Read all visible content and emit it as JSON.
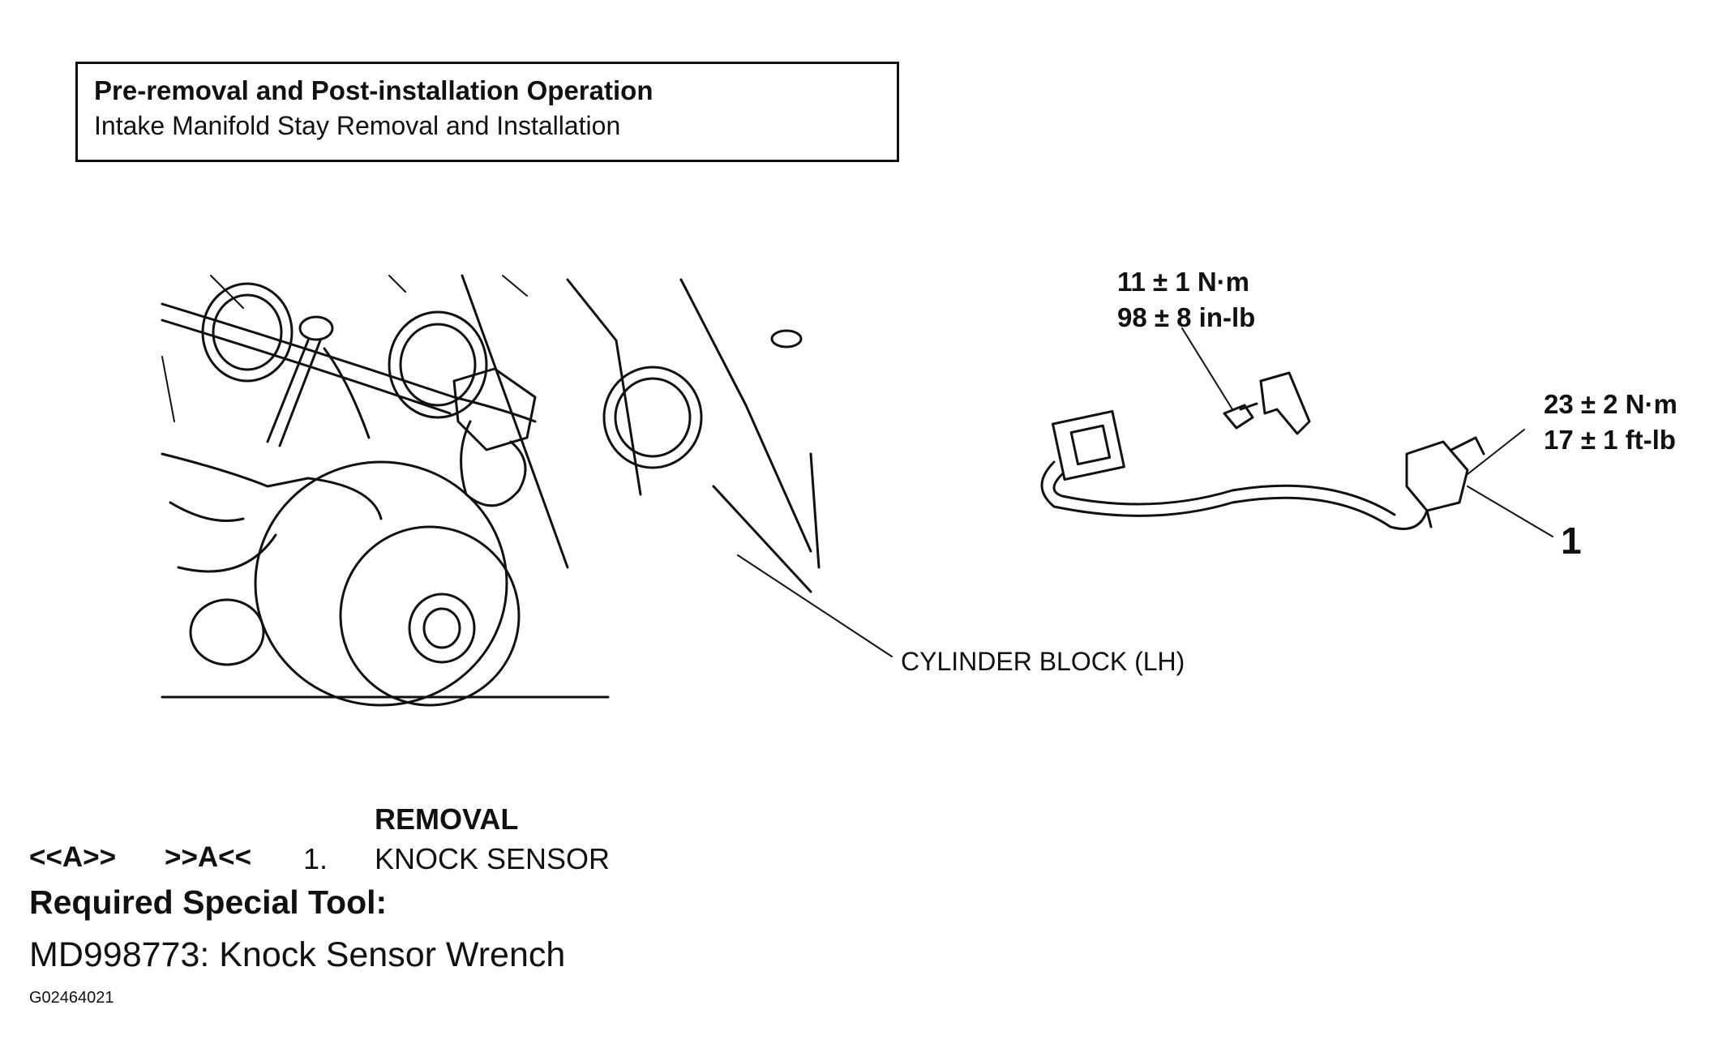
{
  "header_box": {
    "title": "Pre-removal and Post-installation Operation",
    "subtitle": "Intake Manifold Stay Removal and Installation"
  },
  "torque_bolt": {
    "line1": "11 ± 1 N·m",
    "line2": "98 ± 8 in-lb"
  },
  "torque_sensor": {
    "line1": "23 ± 2 N·m",
    "line2": "17 ± 1 ft-lb"
  },
  "callout_1": "1",
  "cylinder_block_label": "CYLINDER BLOCK (LH)",
  "removal": {
    "heading": "REMOVAL",
    "removal_code": "<<A>>",
    "install_code": ">>A<<",
    "item_number": "1.",
    "item_name": "KNOCK SENSOR"
  },
  "special_tool": {
    "heading": "Required Special Tool:",
    "tool": "MD998773: Knock Sensor Wrench"
  },
  "figure_id": "G02464021"
}
